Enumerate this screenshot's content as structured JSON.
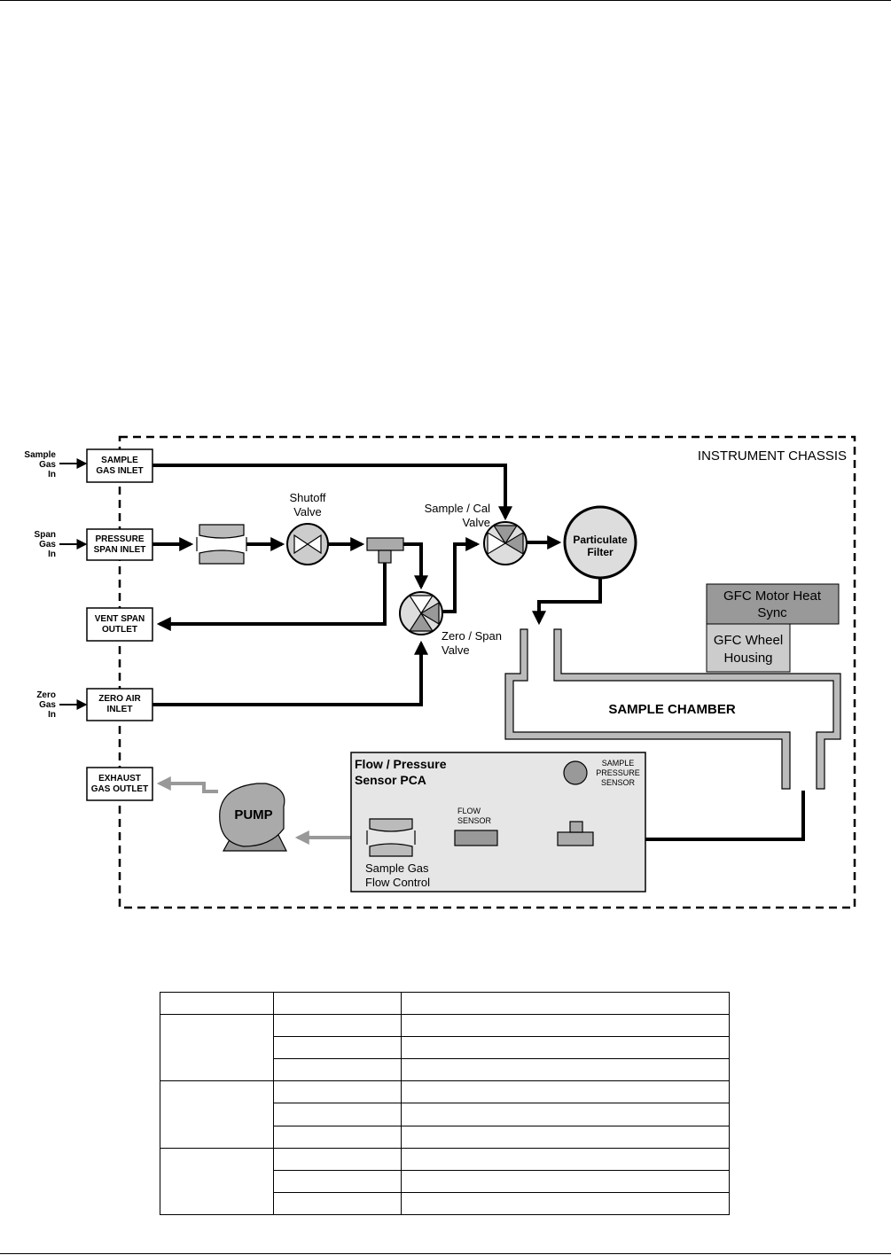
{
  "diagram": {
    "chassis_label": "INSTRUMENT CHASSIS",
    "external_inputs": {
      "sample_gas_in": [
        "Sample",
        "Gas",
        "In"
      ],
      "span_gas_in": [
        "Span",
        "Gas",
        "In"
      ],
      "zero_gas_in": [
        "Zero",
        "Gas",
        "In"
      ]
    },
    "ports": {
      "sample_gas_inlet": [
        "SAMPLE",
        "GAS INLET"
      ],
      "pressure_span_inlet": [
        "PRESSURE",
        "SPAN INLET"
      ],
      "vent_span_outlet": [
        "VENT SPAN",
        "OUTLET"
      ],
      "zero_air_inlet": [
        "ZERO AIR",
        "INLET"
      ],
      "exhaust_gas_outlet": [
        "EXHAUST",
        "GAS OUTLET"
      ]
    },
    "shutoff_valve": [
      "Shutoff",
      "Valve"
    ],
    "sample_cal_valve": [
      "Sample / Cal",
      "Valve"
    ],
    "zero_span_valve": [
      "Zero / Span",
      "Valve"
    ],
    "particulate_filter": [
      "Particulate",
      "Filter"
    ],
    "gfc_motor_heat_sync": [
      "GFC Motor Heat",
      "Sync"
    ],
    "gfc_wheel_housing": [
      "GFC Wheel",
      "Housing"
    ],
    "sample_chamber": "SAMPLE CHAMBER",
    "sensor_pca": [
      "Flow / Pressure",
      "Sensor PCA"
    ],
    "sample_pressure_sensor": [
      "SAMPLE",
      "PRESSURE",
      "SENSOR"
    ],
    "flow_sensor": [
      "FLOW",
      "SENSOR"
    ],
    "sample_gas_flow_control": [
      "Sample Gas",
      "Flow Control"
    ],
    "pump": "PUMP"
  },
  "table": {
    "rows": 10,
    "columns": 3
  }
}
